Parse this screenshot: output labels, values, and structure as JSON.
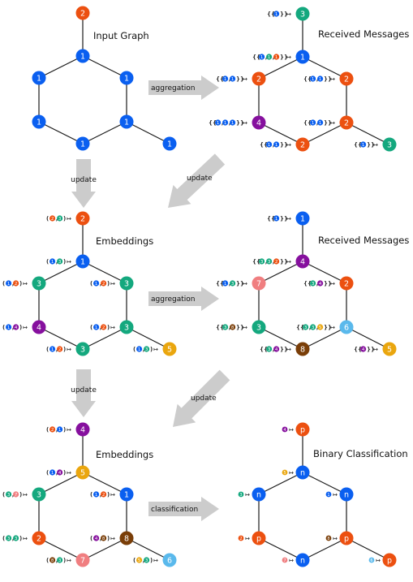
{
  "colors": {
    "1": "#0a5ff0",
    "2": "#ec5010",
    "3": "#14a87e",
    "4": "#86109e",
    "5": "#eaa60e",
    "6": "#5ab9ec",
    "7": "#f07e80",
    "8": "#7a3e08",
    "n": "#0a5ff0",
    "p": "#ec5010",
    "arrow": "#cccccc",
    "edge": "#1a1a1a"
  },
  "panels": [
    {
      "id": "input-graph",
      "title": "Input Graph",
      "nodes": [
        {
          "id": "a",
          "label": "1",
          "color": "1"
        },
        {
          "id": "b",
          "label": "1",
          "color": "1"
        },
        {
          "id": "c",
          "label": "1",
          "color": "1"
        },
        {
          "id": "d",
          "label": "1",
          "color": "1"
        },
        {
          "id": "e",
          "label": "1",
          "color": "1"
        },
        {
          "id": "f",
          "label": "1",
          "color": "1"
        },
        {
          "id": "top",
          "label": "2",
          "color": "2"
        },
        {
          "id": "tail",
          "label": "1",
          "color": "1"
        }
      ]
    },
    {
      "id": "received-messages-1",
      "title": "Received Messages",
      "nodes": [
        {
          "id": "a",
          "label": "1",
          "color": "1",
          "msg": [
            [
              "1",
              "1"
            ],
            [
              "1",
              "3"
            ],
            [
              "1",
              "2"
            ]
          ]
        },
        {
          "id": "b",
          "label": "2",
          "color": "2",
          "msg": [
            [
              "1",
              "1"
            ],
            [
              "1",
              "1"
            ]
          ]
        },
        {
          "id": "c",
          "label": "2",
          "color": "2",
          "msg": [
            [
              "1",
              "1"
            ],
            [
              "1",
              "1"
            ]
          ]
        },
        {
          "id": "d",
          "label": "2",
          "color": "2",
          "msg": [
            [
              "1",
              "1"
            ],
            [
              "1",
              "1"
            ]
          ]
        },
        {
          "id": "e",
          "label": "4",
          "color": "4",
          "msg": [
            [
              "1",
              "1"
            ],
            [
              "1",
              "1"
            ],
            [
              "1",
              "1"
            ]
          ]
        },
        {
          "id": "f",
          "label": "2",
          "color": "2",
          "msg": [
            [
              "1",
              "1"
            ],
            [
              "1",
              "1"
            ]
          ]
        },
        {
          "id": "top",
          "label": "3",
          "color": "3",
          "msg": [
            [
              "1",
              "1"
            ]
          ]
        },
        {
          "id": "tail",
          "label": "3",
          "color": "3",
          "msg": [
            [
              "1",
              "1"
            ]
          ]
        }
      ]
    },
    {
      "id": "embeddings-1",
      "title": "Embeddings",
      "nodes": [
        {
          "id": "a",
          "label": "1",
          "color": "1",
          "emb": [
            [
              "1",
              "1"
            ],
            [
              "3",
              "3"
            ]
          ]
        },
        {
          "id": "b",
          "label": "3",
          "color": "3",
          "emb": [
            [
              "1",
              "1"
            ],
            [
              "2",
              "2"
            ]
          ]
        },
        {
          "id": "c",
          "label": "3",
          "color": "3",
          "emb": [
            [
              "1",
              "1"
            ],
            [
              "2",
              "2"
            ]
          ]
        },
        {
          "id": "d",
          "label": "3",
          "color": "3",
          "emb": [
            [
              "1",
              "1"
            ],
            [
              "2",
              "2"
            ]
          ]
        },
        {
          "id": "e",
          "label": "4",
          "color": "4",
          "emb": [
            [
              "1",
              "1"
            ],
            [
              "4",
              "4"
            ]
          ]
        },
        {
          "id": "f",
          "label": "3",
          "color": "3",
          "emb": [
            [
              "1",
              "1"
            ],
            [
              "2",
              "2"
            ]
          ]
        },
        {
          "id": "top",
          "label": "2",
          "color": "2",
          "emb": [
            [
              "2",
              "2"
            ],
            [
              "3",
              "3"
            ]
          ]
        },
        {
          "id": "tail",
          "label": "5",
          "color": "5",
          "emb": [
            [
              "1",
              "1"
            ],
            [
              "3",
              "3"
            ]
          ]
        }
      ]
    },
    {
      "id": "received-messages-2",
      "title": "Received Messages",
      "nodes": [
        {
          "id": "a",
          "label": "4",
          "color": "4",
          "msg": [
            [
              "3",
              "3"
            ],
            [
              "3",
              "3"
            ],
            [
              "2",
              "2"
            ]
          ]
        },
        {
          "id": "b",
          "label": "2",
          "color": "2",
          "msg": [
            [
              "3",
              "3"
            ],
            [
              "4",
              "4"
            ]
          ]
        },
        {
          "id": "c",
          "label": "6",
          "color": "6",
          "msg": [
            [
              "3",
              "3"
            ],
            [
              "3",
              "3"
            ],
            [
              "5",
              "5"
            ]
          ]
        },
        {
          "id": "d",
          "label": "8",
          "color": "8",
          "msg": [
            [
              "3",
              "3"
            ],
            [
              "4",
              "4"
            ]
          ]
        },
        {
          "id": "e",
          "label": "3",
          "color": "3",
          "msg": [
            [
              "3",
              "3"
            ],
            [
              "8",
              "8"
            ]
          ]
        },
        {
          "id": "f",
          "label": "7",
          "color": "7",
          "msg": [
            [
              "1",
              "1"
            ],
            [
              "3",
              "3"
            ]
          ]
        },
        {
          "id": "top",
          "label": "1",
          "color": "1",
          "msg": [
            [
              "1",
              "1"
            ]
          ]
        },
        {
          "id": "tail",
          "label": "5",
          "color": "5",
          "msg": [
            [
              "4",
              "4"
            ]
          ]
        }
      ]
    },
    {
      "id": "embeddings-2",
      "title": "Embeddings",
      "nodes": [
        {
          "id": "a",
          "label": "5",
          "color": "5",
          "emb": [
            [
              "1",
              "1"
            ],
            [
              "4",
              "4"
            ]
          ]
        },
        {
          "id": "b",
          "label": "1",
          "color": "1",
          "emb": [
            [
              "1",
              "1"
            ],
            [
              "2",
              "2"
            ]
          ]
        },
        {
          "id": "c",
          "label": "8",
          "color": "8",
          "emb": [
            [
              "4",
              "4"
            ],
            [
              "8",
              "8"
            ]
          ]
        },
        {
          "id": "d",
          "label": "7",
          "color": "7",
          "emb": [
            [
              "8",
              "8"
            ],
            [
              "3",
              "3"
            ]
          ]
        },
        {
          "id": "e",
          "label": "2",
          "color": "2",
          "emb": [
            [
              "3",
              "3"
            ],
            [
              "3",
              "3"
            ]
          ]
        },
        {
          "id": "f",
          "label": "3",
          "color": "3",
          "emb": [
            [
              "3",
              "3"
            ],
            [
              "7",
              "7"
            ]
          ]
        },
        {
          "id": "top",
          "label": "4",
          "color": "4",
          "emb": [
            [
              "2",
              "2"
            ],
            [
              "1",
              "1"
            ]
          ]
        },
        {
          "id": "tail",
          "label": "6",
          "color": "6",
          "emb": [
            [
              "5",
              "5"
            ],
            [
              "3",
              "3"
            ]
          ]
        }
      ]
    },
    {
      "id": "binary-classification",
      "title": "Binary Classification",
      "nodes": [
        {
          "id": "a",
          "label": "n",
          "color": "n",
          "cls": "5"
        },
        {
          "id": "b",
          "label": "n",
          "color": "n",
          "cls": "1"
        },
        {
          "id": "c",
          "label": "p",
          "color": "p",
          "cls": "8"
        },
        {
          "id": "d",
          "label": "n",
          "color": "n",
          "cls": "7"
        },
        {
          "id": "e",
          "label": "p",
          "color": "p",
          "cls": "2"
        },
        {
          "id": "f",
          "label": "n",
          "color": "n",
          "cls": "3"
        },
        {
          "id": "top",
          "label": "p",
          "color": "p",
          "cls": "4"
        },
        {
          "id": "tail",
          "label": "p",
          "color": "p",
          "cls": "6"
        }
      ]
    }
  ],
  "arrows": [
    {
      "id": "aggregation-1",
      "label": "aggregation"
    },
    {
      "id": "update-1",
      "label": "update"
    },
    {
      "id": "update-diag-1",
      "label": "update"
    },
    {
      "id": "aggregation-2",
      "label": "aggregation"
    },
    {
      "id": "update-2",
      "label": "update"
    },
    {
      "id": "update-diag-2",
      "label": "update"
    },
    {
      "id": "classification",
      "label": "classification"
    }
  ]
}
